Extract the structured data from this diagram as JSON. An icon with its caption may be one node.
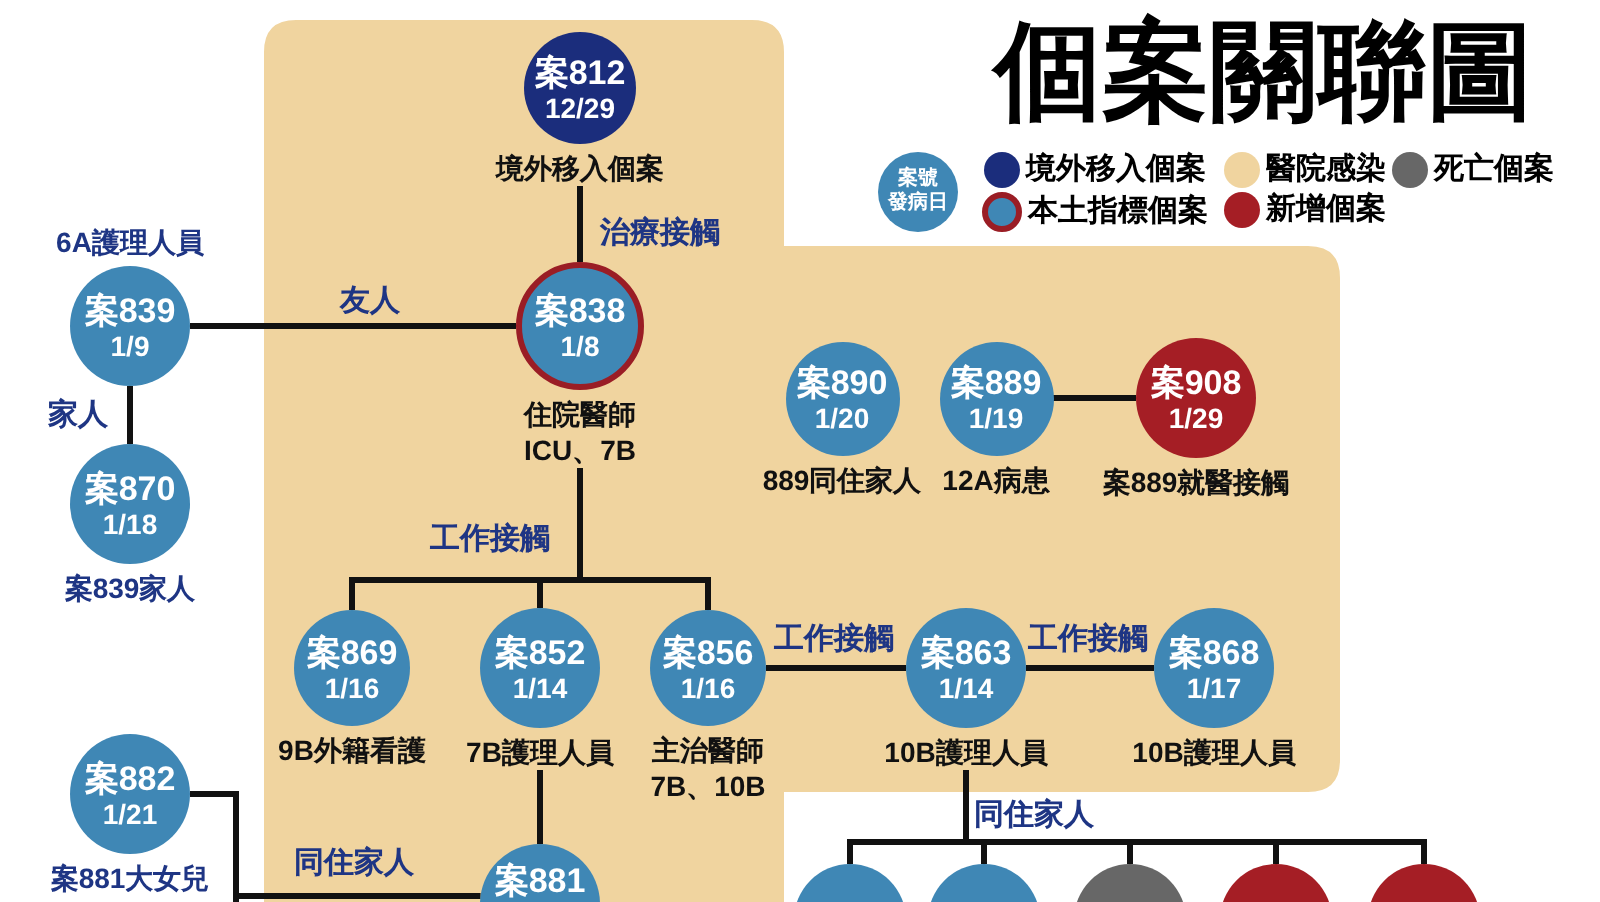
{
  "diagram": {
    "title": "個案關聯圖",
    "nodes": [
      {
        "text": [],
        "shape": "box"
      },
      {
        "text": [
          "案812",
          "12/29"
        ],
        "beside": [
          "境外移入個案"
        ],
        "in": 0
      },
      {
        "text": [
          "案號",
          "發病日"
        ]
      },
      {
        "text": [
          "案839",
          "1/9"
        ],
        "beside": [
          "6A護理人員"
        ]
      },
      {
        "text": [
          "案838",
          "1/8"
        ],
        "beside": [
          "住院醫師ICU、7B"
        ],
        "in": 0
      },
      {
        "text": [
          "案890",
          "1/20"
        ],
        "beside": [
          "889同住家人"
        ],
        "in": 0
      },
      {
        "text": [
          "案889",
          "1/19"
        ],
        "beside": [
          "12A病患"
        ],
        "in": 0
      },
      {
        "text": [
          "案908",
          "1/29"
        ],
        "beside": [
          "案889就醫接觸"
        ],
        "in": 0
      },
      {
        "text": [
          "案870",
          "1/18"
        ],
        "beside": [
          "案839家人"
        ]
      },
      {
        "text": [
          "案869",
          "1/16"
        ],
        "beside": [
          "9B外籍看護"
        ],
        "in": 0
      },
      {
        "text": [
          "案852",
          "1/14"
        ],
        "beside": [
          "7B護理人員"
        ],
        "in": 0
      },
      {
        "text": [
          "案856",
          "1/16"
        ],
        "beside": [
          "主治醫師7B、10B"
        ],
        "in": 0
      },
      {
        "text": [
          "案863",
          "1/14"
        ],
        "beside": [
          "10B護理人員"
        ],
        "in": 0
      },
      {
        "text": [
          "案868",
          "1/17"
        ],
        "beside": [
          "10B護理人員"
        ],
        "in": 0
      },
      {
        "text": [
          "案882",
          "1/21"
        ],
        "beside": [
          "案881大女兒"
        ]
      },
      {
        "text": [
          "案881"
        ],
        "in": 0
      },
      {
        "text": [],
        "shape": "circle"
      },
      {
        "text": [],
        "shape": "circle"
      },
      {
        "text": [],
        "shape": "circle"
      },
      {
        "text": [],
        "shape": "circle"
      },
      {
        "text": [],
        "shape": "circle"
      }
    ],
    "edges": [
      {
        "from": 1,
        "to": 4,
        "arrow": "none",
        "label": "治療接觸"
      },
      {
        "from": 3,
        "to": 4,
        "arrow": "none",
        "label": "友人"
      },
      {
        "from": 3,
        "to": 8,
        "arrow": "none",
        "label": "家人"
      },
      {
        "from": 6,
        "to": 7,
        "arrow": "none"
      },
      {
        "from": 4,
        "to": 9,
        "arrow": "none"
      },
      {
        "from": 4,
        "to": 10,
        "arrow": "none",
        "label": "工作接觸"
      },
      {
        "from": 4,
        "to": 11,
        "arrow": "none"
      },
      {
        "from": 11,
        "to": 12,
        "arrow": "none",
        "label": "工作接觸"
      },
      {
        "from": 12,
        "to": 13,
        "arrow": "none",
        "label": "工作接觸"
      },
      {
        "from": 10,
        "to": 15,
        "arrow": "none"
      },
      {
        "from": 14,
        "to": 15,
        "arrow": "none",
        "label": "同住家人"
      },
      {
        "from": 14,
        "to": null,
        "arrow": "none"
      },
      {
        "from": 12,
        "to": 16,
        "arrow": "none",
        "label": "同住家人"
      },
      {
        "from": 12,
        "to": 17,
        "arrow": "none"
      },
      {
        "from": 12,
        "to": 18,
        "arrow": "none"
      },
      {
        "from": 12,
        "to": 19,
        "arrow": "none"
      },
      {
        "from": 12,
        "to": 20,
        "arrow": "none"
      }
    ],
    "legend": [
      {
        "text": "境外移入個案",
        "color": "#1b2d7c"
      },
      {
        "text": "醫院感染",
        "color": "#f0d49f"
      },
      {
        "text": "死亡個案",
        "color": "#676767"
      },
      {
        "text": "本土指標個案"
      },
      {
        "text": "新增個案",
        "color": "#a51e25"
      }
    ]
  }
}
